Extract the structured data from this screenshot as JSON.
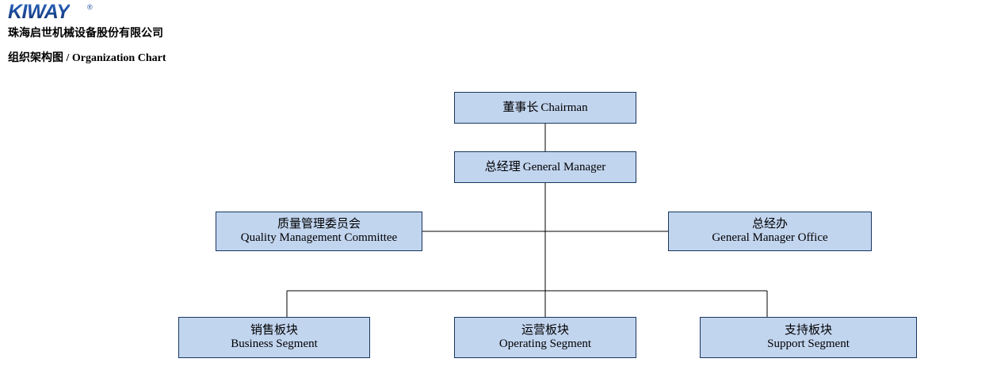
{
  "header": {
    "logo_text": "KIWAY",
    "logo_registered_mark": "®",
    "company_name": "珠海启世机械设备股份有限公司",
    "title_cn": "组织架构图",
    "title_separator": " / ",
    "title_en": "Organization Chart"
  },
  "colors": {
    "node_fill": "#c2d5ef",
    "node_border": "#17365d",
    "connector": "#000000",
    "brand_blue": "#1d4d9e",
    "text": "#000000",
    "background": "#ffffff"
  },
  "chart_data": {
    "type": "diagram",
    "diagram_kind": "organization-chart",
    "title": "组织架构图 / Organization Chart",
    "nodes": [
      {
        "id": "chairman",
        "label_cn": "董事长",
        "label_en": "Chairman",
        "level": 1,
        "layout": "inline"
      },
      {
        "id": "general_manager",
        "label_cn": "总经理",
        "label_en": "General Manager",
        "level": 2,
        "layout": "inline"
      },
      {
        "id": "quality",
        "label_cn": "质量管理委员会",
        "label_en": "Quality Management Committee",
        "level": 3,
        "layout": "stacked"
      },
      {
        "id": "gm_office",
        "label_cn": "总经办",
        "label_en": "General Manager Office",
        "level": 3,
        "layout": "stacked"
      },
      {
        "id": "business",
        "label_cn": "销售板块",
        "label_en": "Business Segment",
        "level": 4,
        "layout": "stacked"
      },
      {
        "id": "operating",
        "label_cn": "运营板块",
        "label_en": "Operating Segment",
        "level": 4,
        "layout": "stacked"
      },
      {
        "id": "support",
        "label_cn": "支持板块",
        "label_en": "Support Segment",
        "level": 4,
        "layout": "stacked"
      }
    ],
    "edges": [
      {
        "from": "chairman",
        "to": "general_manager"
      },
      {
        "from": "general_manager",
        "to": "quality"
      },
      {
        "from": "general_manager",
        "to": "gm_office"
      },
      {
        "from": "general_manager",
        "to": "business"
      },
      {
        "from": "general_manager",
        "to": "operating"
      },
      {
        "from": "general_manager",
        "to": "support"
      }
    ]
  },
  "nodes": {
    "chairman": {
      "cn": "董事长",
      "en": "Chairman"
    },
    "general_manager": {
      "cn": "总经理",
      "en": "General Manager"
    },
    "quality": {
      "cn": "质量管理委员会",
      "en": "Quality Management Committee"
    },
    "gm_office": {
      "cn": "总经办",
      "en": "General Manager Office"
    },
    "business": {
      "cn": "销售板块",
      "en": "Business Segment"
    },
    "operating": {
      "cn": "运营板块",
      "en": "Operating Segment"
    },
    "support": {
      "cn": "支持板块",
      "en": "Support Segment"
    }
  }
}
